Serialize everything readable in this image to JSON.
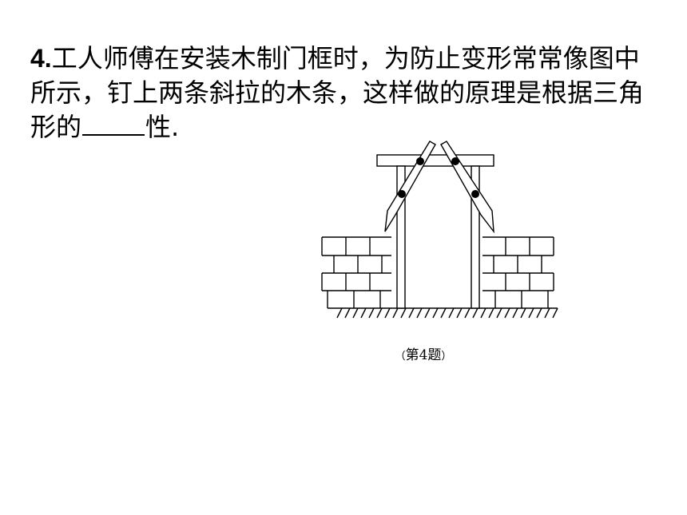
{
  "question": {
    "number": "4.",
    "text_before_blank": "工人师傅在安装木制门框时，为防止变形常常像图中所示，钉上两条斜拉的木条，这样做的原理是根据三角形的",
    "text_after_blank": "性."
  },
  "figure": {
    "caption_open": "（",
    "caption": "第4题",
    "caption_close": "）"
  }
}
